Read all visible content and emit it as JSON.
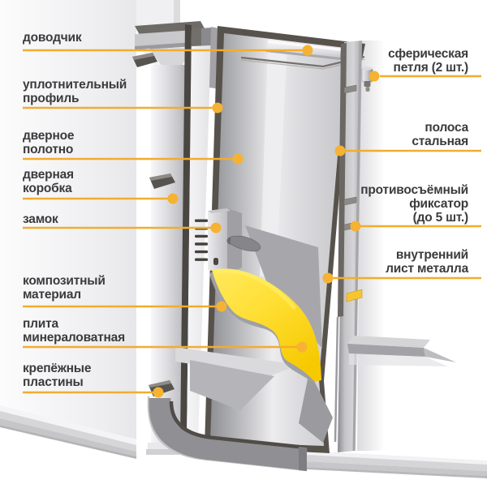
{
  "figure": {
    "kind": "steel-door-cutaway-diagram",
    "language": "ru"
  },
  "colors": {
    "leader_line": "#F2AC2E",
    "leader_dot": "#F5B233",
    "insulation_yellow": "#FFDF35",
    "label_text": "#3B3B3D",
    "metal_dark": "#57524C",
    "background": "#FFFFFF"
  },
  "labels_left": [
    {
      "id": "door-closer",
      "text": "доводчик"
    },
    {
      "id": "seal-profile",
      "text": "уплотнительный\nпрофиль"
    },
    {
      "id": "door-leaf",
      "text": "дверное\nполотно"
    },
    {
      "id": "door-frame",
      "text": "дверная\nкоробка"
    },
    {
      "id": "lock",
      "text": "замок"
    },
    {
      "id": "composite-material",
      "text": "композитный\nматериал"
    },
    {
      "id": "mineral-wool-board",
      "text": "плита\nминераловатная"
    },
    {
      "id": "mounting-plates",
      "text": "крепёжные\nпластины"
    }
  ],
  "labels_right": [
    {
      "id": "spherical-hinge",
      "text": "сферическая\nпетля (2 шт.)"
    },
    {
      "id": "steel-strip",
      "text": "полоса\nстальная"
    },
    {
      "id": "anti-removal-pin",
      "text": "противосъёмный\nфиксатор\n(до 5 шт.)"
    },
    {
      "id": "inner-metal-sheet",
      "text": "внутренний\nлист металла"
    }
  ]
}
